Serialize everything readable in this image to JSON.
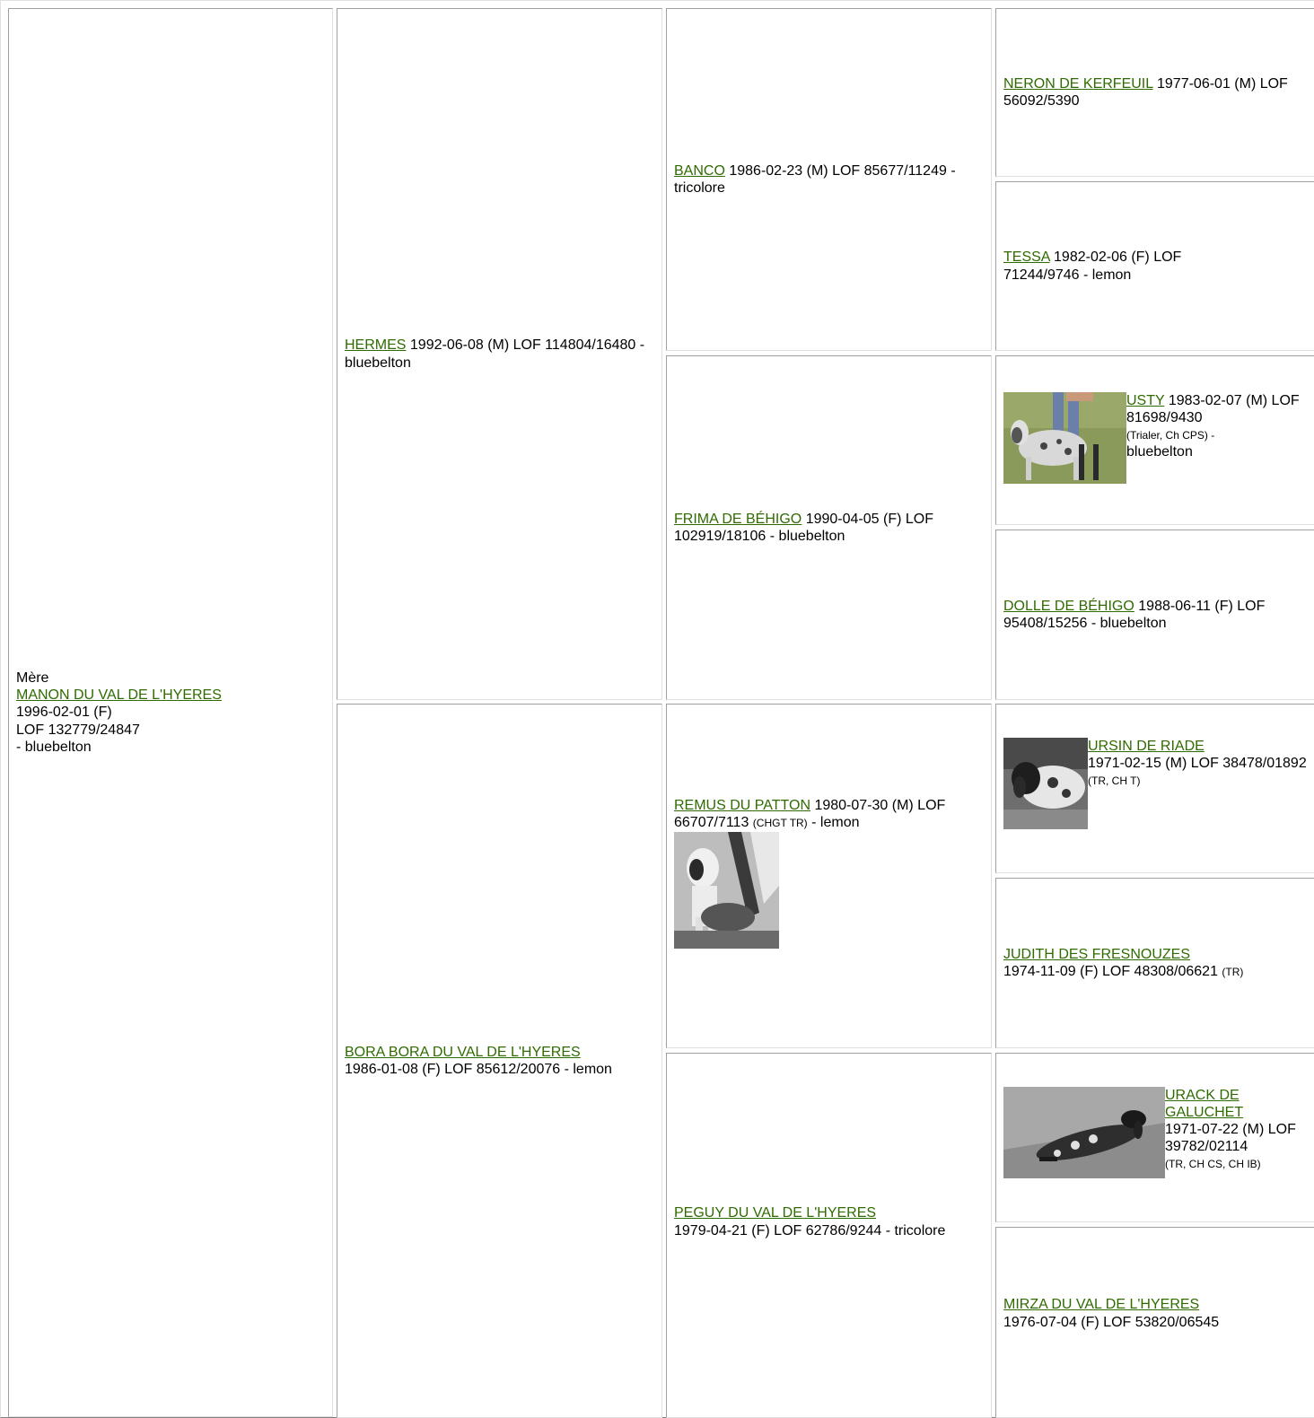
{
  "mother": {
    "role_label": "Mère",
    "name": "MANON DU VAL DE L'HYERES",
    "birth": "1996-02-01 (F)",
    "registry": "LOF 132779/24847",
    "color": "- bluebelton"
  },
  "gen2": [
    {
      "name": "HERMES",
      "details": " 1992-06-08 (M) LOF 114804/16480 - bluebelton"
    },
    {
      "name": "BORA BORA DU VAL DE L'HYERES",
      "details": "1986-01-08 (F) LOF 85612/20076 - lemon"
    }
  ],
  "gen3": [
    {
      "name": "BANCO",
      "details": " 1986-02-23 (M) LOF 85677/11249 - tricolore"
    },
    {
      "name": "FRIMA DE BÉHIGO",
      "details": " 1990-04-05 (F) LOF 102919/18106 - bluebelton"
    },
    {
      "name": "REMUS DU PATTON",
      "details_a": " 1980-07-30 (M) LOF 66707/7113 ",
      "titles": "(CHGT TR)",
      "details_b": " - lemon",
      "photo": "dog-photo-bw"
    },
    {
      "name": "PEGUY DU VAL DE L'HYERES",
      "details": "1979-04-21 (F) LOF 62786/9244 - tricolore"
    }
  ],
  "gen4": [
    {
      "name": "NERON DE KERFEUIL",
      "details": " 1977-06-01 (M) LOF 56092/5390"
    },
    {
      "name": "TESSA",
      "details": " 1982-02-06 (F) LOF 71244/9746 - lemon"
    },
    {
      "name": "USTY",
      "details_a": " 1983-02-07 (M) LOF 81698/9430",
      "titles": "(Trialer, Ch CPS) -",
      "details_b": "bluebelton",
      "photo": "dog-photo-color"
    },
    {
      "name": "DOLLE DE BÉHIGO",
      "details": " 1988-06-11 (F) LOF 95408/15256 - bluebelton"
    },
    {
      "name": "URSIN DE RIADE",
      "details_a": "1971-02-15 (M) LOF 38478/01892 ",
      "titles": "(TR, CH T)",
      "photo": "dog-photo-bw"
    },
    {
      "name": "JUDITH DES FRESNOUZES",
      "details_a": "1974-11-09 (F) LOF 48308/06621 ",
      "titles": "(TR)"
    },
    {
      "name": "URACK DE GALUCHET",
      "details_a": "1971-07-22 (M) LOF 39782/02114",
      "titles": "(TR, CH CS, CH IB)",
      "photo": "dog-photo-bw"
    },
    {
      "name": "MIRZA DU VAL DE L'HYERES",
      "details": "1976-07-04 (F) LOF 53820/06545"
    }
  ],
  "colors": {
    "link": "#2f6b00",
    "border_dark": "#808080",
    "border_light": "#e0e0e0"
  }
}
